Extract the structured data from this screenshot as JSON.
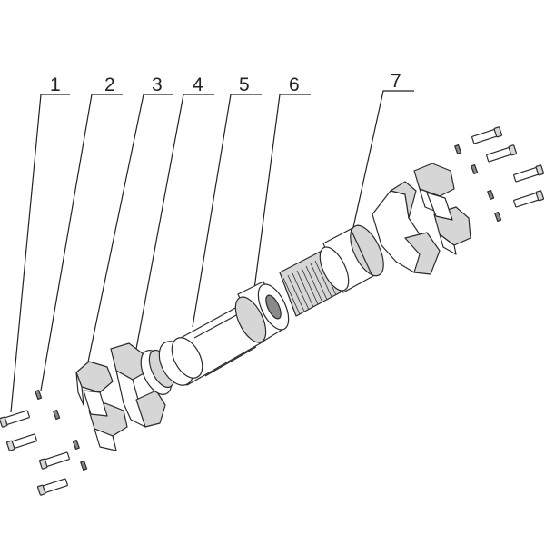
{
  "callouts": [
    {
      "id": "1",
      "label": "1"
    },
    {
      "id": "2",
      "label": "2"
    },
    {
      "id": "3",
      "label": "3"
    },
    {
      "id": "4",
      "label": "4"
    },
    {
      "id": "5",
      "label": "5"
    },
    {
      "id": "6",
      "label": "6"
    },
    {
      "id": "7",
      "label": "7"
    }
  ],
  "colors": {
    "line": "#2b2b2b",
    "shade": "#d6d6d6",
    "background": "#ffffff"
  }
}
